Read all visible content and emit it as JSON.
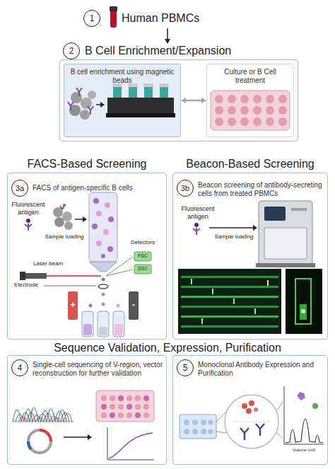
{
  "diagram": {
    "nodes": [
      {
        "text": [
          "Human PBMCs"
        ]
      },
      {
        "text": [
          "1"
        ],
        "in": 0
      },
      {
        "text": [
          "B Cell Enrichment/Expansion"
        ]
      },
      {
        "text": [
          "2"
        ],
        "in": 2
      },
      {
        "text": [
          "B cell enrichment using magnetic beads"
        ],
        "in": 2
      },
      {
        "text": [
          "Culture or B Cell treatment"
        ],
        "in": 2
      },
      {
        "text": [
          "FACS-Based Screening",
          "FACS of antigen-specific B cells"
        ]
      },
      {
        "text": [
          "3a"
        ],
        "in": 6
      },
      {
        "text": [
          "Beacon-Based Screening",
          "Beacon screening of antibody-secreting cells from treated PBMCs"
        ]
      },
      {
        "text": [
          "3b"
        ],
        "in": 8
      },
      {
        "text": [
          "Single-cell sequencing of V-region, vector reconstruction for further validation"
        ]
      },
      {
        "text": [
          "4"
        ],
        "in": 10
      },
      {
        "text": [
          "Monoclonal Antibody Expression and Purification"
        ]
      },
      {
        "text": [
          "5"
        ],
        "in": 12
      }
    ],
    "edges": [
      {
        "from": 0,
        "to": 2,
        "arrow": "to"
      },
      {
        "from": 4,
        "to": 5,
        "arrow": "both"
      }
    ],
    "labels": [
      "Fluorescent antigen",
      "Sample loading",
      "Laser beam",
      "Detectors",
      "FSC",
      "SSC",
      "Electrode",
      "+",
      "-",
      "Fluorescent antigen",
      "Sample loading",
      "Sequence Validation, Expression, Purification",
      "Volume (ml)"
    ]
  }
}
